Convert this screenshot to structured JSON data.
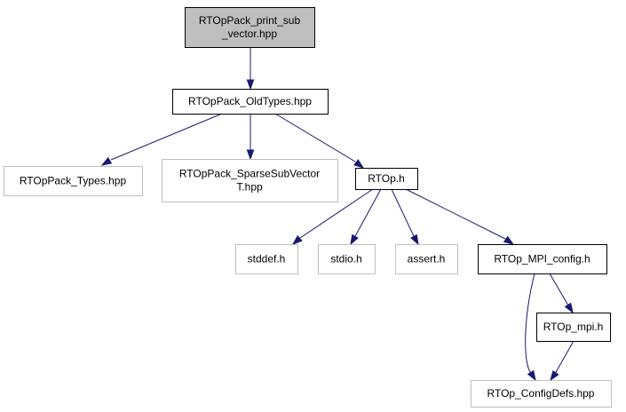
{
  "colors": {
    "edge": "#191970",
    "root_fill": "#bfbfbf",
    "border_dark": "#000000",
    "border_light": "#bfbfbf",
    "fill": "#ffffff"
  },
  "nodes": [
    {
      "id": "print_sub_vector",
      "lines": [
        "RTOpPack_print_sub",
        "_vector.hpp"
      ],
      "style": "root"
    },
    {
      "id": "oldtypes",
      "lines": [
        "RTOpPack_OldTypes.hpp"
      ],
      "style": "dark"
    },
    {
      "id": "types",
      "lines": [
        "RTOpPack_Types.hpp"
      ],
      "style": "light"
    },
    {
      "id": "sparse",
      "lines": [
        "RTOpPack_SparseSubVector",
        "T.hpp"
      ],
      "style": "light"
    },
    {
      "id": "rtop_h",
      "lines": [
        "RTOp.h"
      ],
      "style": "dark"
    },
    {
      "id": "stddef",
      "lines": [
        "stddef.h"
      ],
      "style": "light"
    },
    {
      "id": "stdio",
      "lines": [
        "stdio.h"
      ],
      "style": "light"
    },
    {
      "id": "assert",
      "lines": [
        "assert.h"
      ],
      "style": "light"
    },
    {
      "id": "mpi_config",
      "lines": [
        "RTOp_MPI_config.h"
      ],
      "style": "dark"
    },
    {
      "id": "mpi",
      "lines": [
        "RTOp_mpi.h"
      ],
      "style": "dark"
    },
    {
      "id": "configdefs",
      "lines": [
        "RTOp_ConfigDefs.hpp"
      ],
      "style": "light"
    }
  ],
  "edges": [
    {
      "from": "print_sub_vector",
      "to": "oldtypes"
    },
    {
      "from": "oldtypes",
      "to": "types"
    },
    {
      "from": "oldtypes",
      "to": "sparse"
    },
    {
      "from": "oldtypes",
      "to": "rtop_h"
    },
    {
      "from": "rtop_h",
      "to": "stddef"
    },
    {
      "from": "rtop_h",
      "to": "stdio"
    },
    {
      "from": "rtop_h",
      "to": "assert"
    },
    {
      "from": "rtop_h",
      "to": "mpi_config"
    },
    {
      "from": "mpi_config",
      "to": "configdefs"
    },
    {
      "from": "mpi_config",
      "to": "mpi"
    },
    {
      "from": "mpi",
      "to": "configdefs"
    }
  ]
}
